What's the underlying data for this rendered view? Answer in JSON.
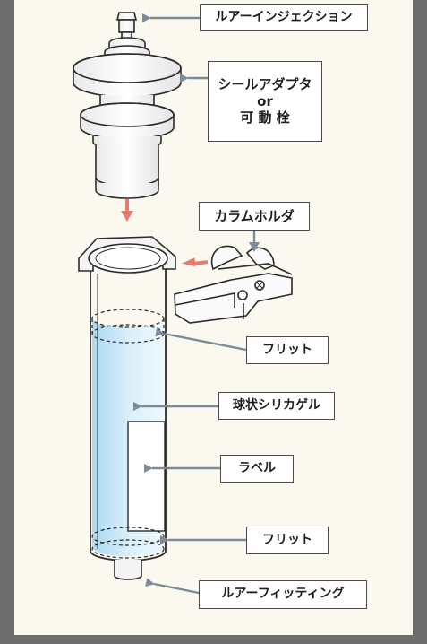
{
  "labels": {
    "luer_injection": "ルアーインジェクション",
    "seal_adapter": "シールアダプタ",
    "or": "or",
    "movable_plug": "可 動 栓",
    "column_holder": "カラムホルダ",
    "frit_top": "フリット",
    "silica_gel": "球状シリカゲル",
    "label": "ラベル",
    "frit_bottom": "フリット",
    "luer_fitting": "ルアーフィッティング"
  },
  "colors": {
    "frame": "#6e6e6e",
    "background": "#fbf9ef",
    "leader_arrow": "#7d8a98",
    "insert_arrow": "#ec7a6c",
    "gel_fill": "#bfe3f6"
  }
}
